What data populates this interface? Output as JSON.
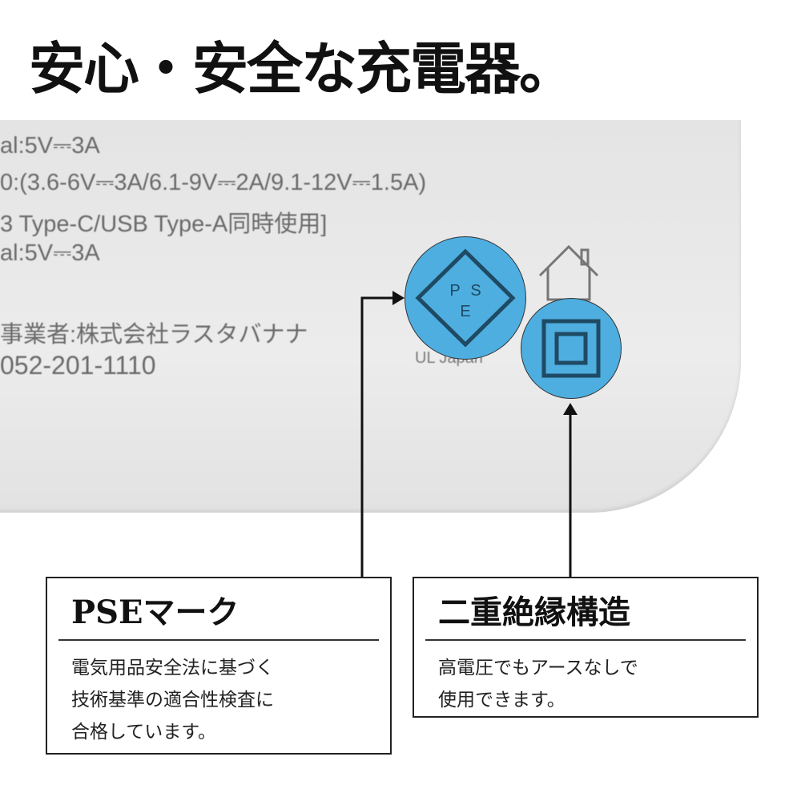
{
  "title": "安心・安全な充電器。",
  "device_label": {
    "lines": [
      "al:5V⎓3A",
      "0:(3.6-6V⎓3A/6.1-9V⎓2A/9.1-12V⎓1.5A)",
      "3 Type-C/USB Type-A同時使用]",
      "al:5V⎓3A",
      "事業者:株式会社ラスタバナナ",
      "052-201-1110"
    ],
    "pse_mark_letters": "PSE",
    "ul_text": "UL Japan"
  },
  "colors": {
    "highlight": "#4eaee0"
  },
  "icons": [
    "pse-diamond-icon",
    "house-icon",
    "double-square-icon",
    "arrow-icon"
  ],
  "callouts": [
    {
      "heading": "PSEマーク",
      "desc": [
        "電気用品安全法に基づく",
        "技術基準の適合性検査に",
        "合格しています。"
      ]
    },
    {
      "heading": "二重絶縁構造",
      "desc": [
        "高電圧でもアースなしで",
        "使用できます。"
      ]
    }
  ]
}
